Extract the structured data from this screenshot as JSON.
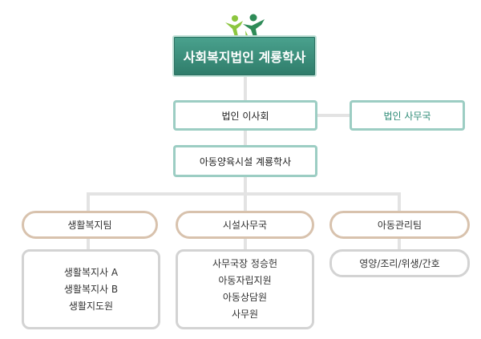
{
  "logo": {
    "icon": "people-figures-logo",
    "colors": [
      "#8cc63f",
      "#2e8b57"
    ]
  },
  "org": {
    "root": "사회복지법인 계룡학사",
    "board": "법인 이사회",
    "secretariat": "법인 사무국",
    "facility": "아동양육시설 계룡학사",
    "teams": [
      {
        "title": "생활복지팀",
        "members": [
          "생활복지사 A",
          "생활복지사 B",
          "생활지도원"
        ]
      },
      {
        "title": "시설사무국",
        "members": [
          "사무국장 정승헌",
          "아동자립지원",
          "아동상담원",
          "사무원"
        ]
      },
      {
        "title": "아동관리팀",
        "members": [
          "영양/조리/위생/간호"
        ]
      }
    ]
  },
  "colors": {
    "root_fill": "#3a8f7c",
    "teal_border": "#9ccdc3",
    "team_border": "#d8c2ad",
    "member_border": "#d3d3d3",
    "secretariat_text": "#2f8c77"
  }
}
